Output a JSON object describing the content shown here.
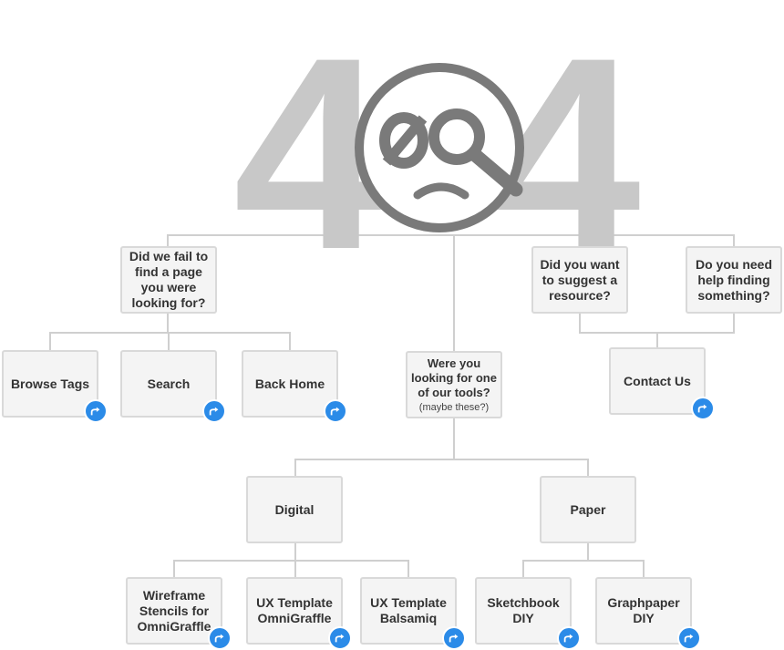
{
  "header": {
    "digit_left": "4",
    "digit_right": "4",
    "center_icon": "sad-magnifier-icon"
  },
  "nodes": {
    "fail": {
      "label": "Did we fail to find a page you were looking for?"
    },
    "suggest": {
      "label": "Did you want to suggest a resource?"
    },
    "help": {
      "label": "Do you need help finding something?"
    },
    "browse_tags": {
      "label": "Browse Tags"
    },
    "search": {
      "label": "Search"
    },
    "back_home": {
      "label": "Back Home"
    },
    "tools": {
      "label": "Were you looking for one of our tools?",
      "sub": "(maybe these?)"
    },
    "contact": {
      "label": "Contact Us"
    },
    "digital": {
      "label": "Digital"
    },
    "paper": {
      "label": "Paper"
    },
    "wireframe": {
      "label": "Wireframe Stencils for OmniGraffle"
    },
    "ux_omni": {
      "label": "UX Template OmniGraffle"
    },
    "ux_balsamiq": {
      "label": "UX Template Balsamiq"
    },
    "sketchbook": {
      "label": "Sketchbook DIY"
    },
    "graphpaper": {
      "label": "Graphpaper DIY"
    }
  },
  "link_icon": "share-arrow-icon",
  "colors": {
    "digit": "#c8c8c8",
    "icon": "#7a7a7a",
    "node_bg": "#f4f4f4",
    "node_border": "#d9d9d9",
    "connector": "#cfcfcf",
    "badge": "#2b8be8"
  }
}
